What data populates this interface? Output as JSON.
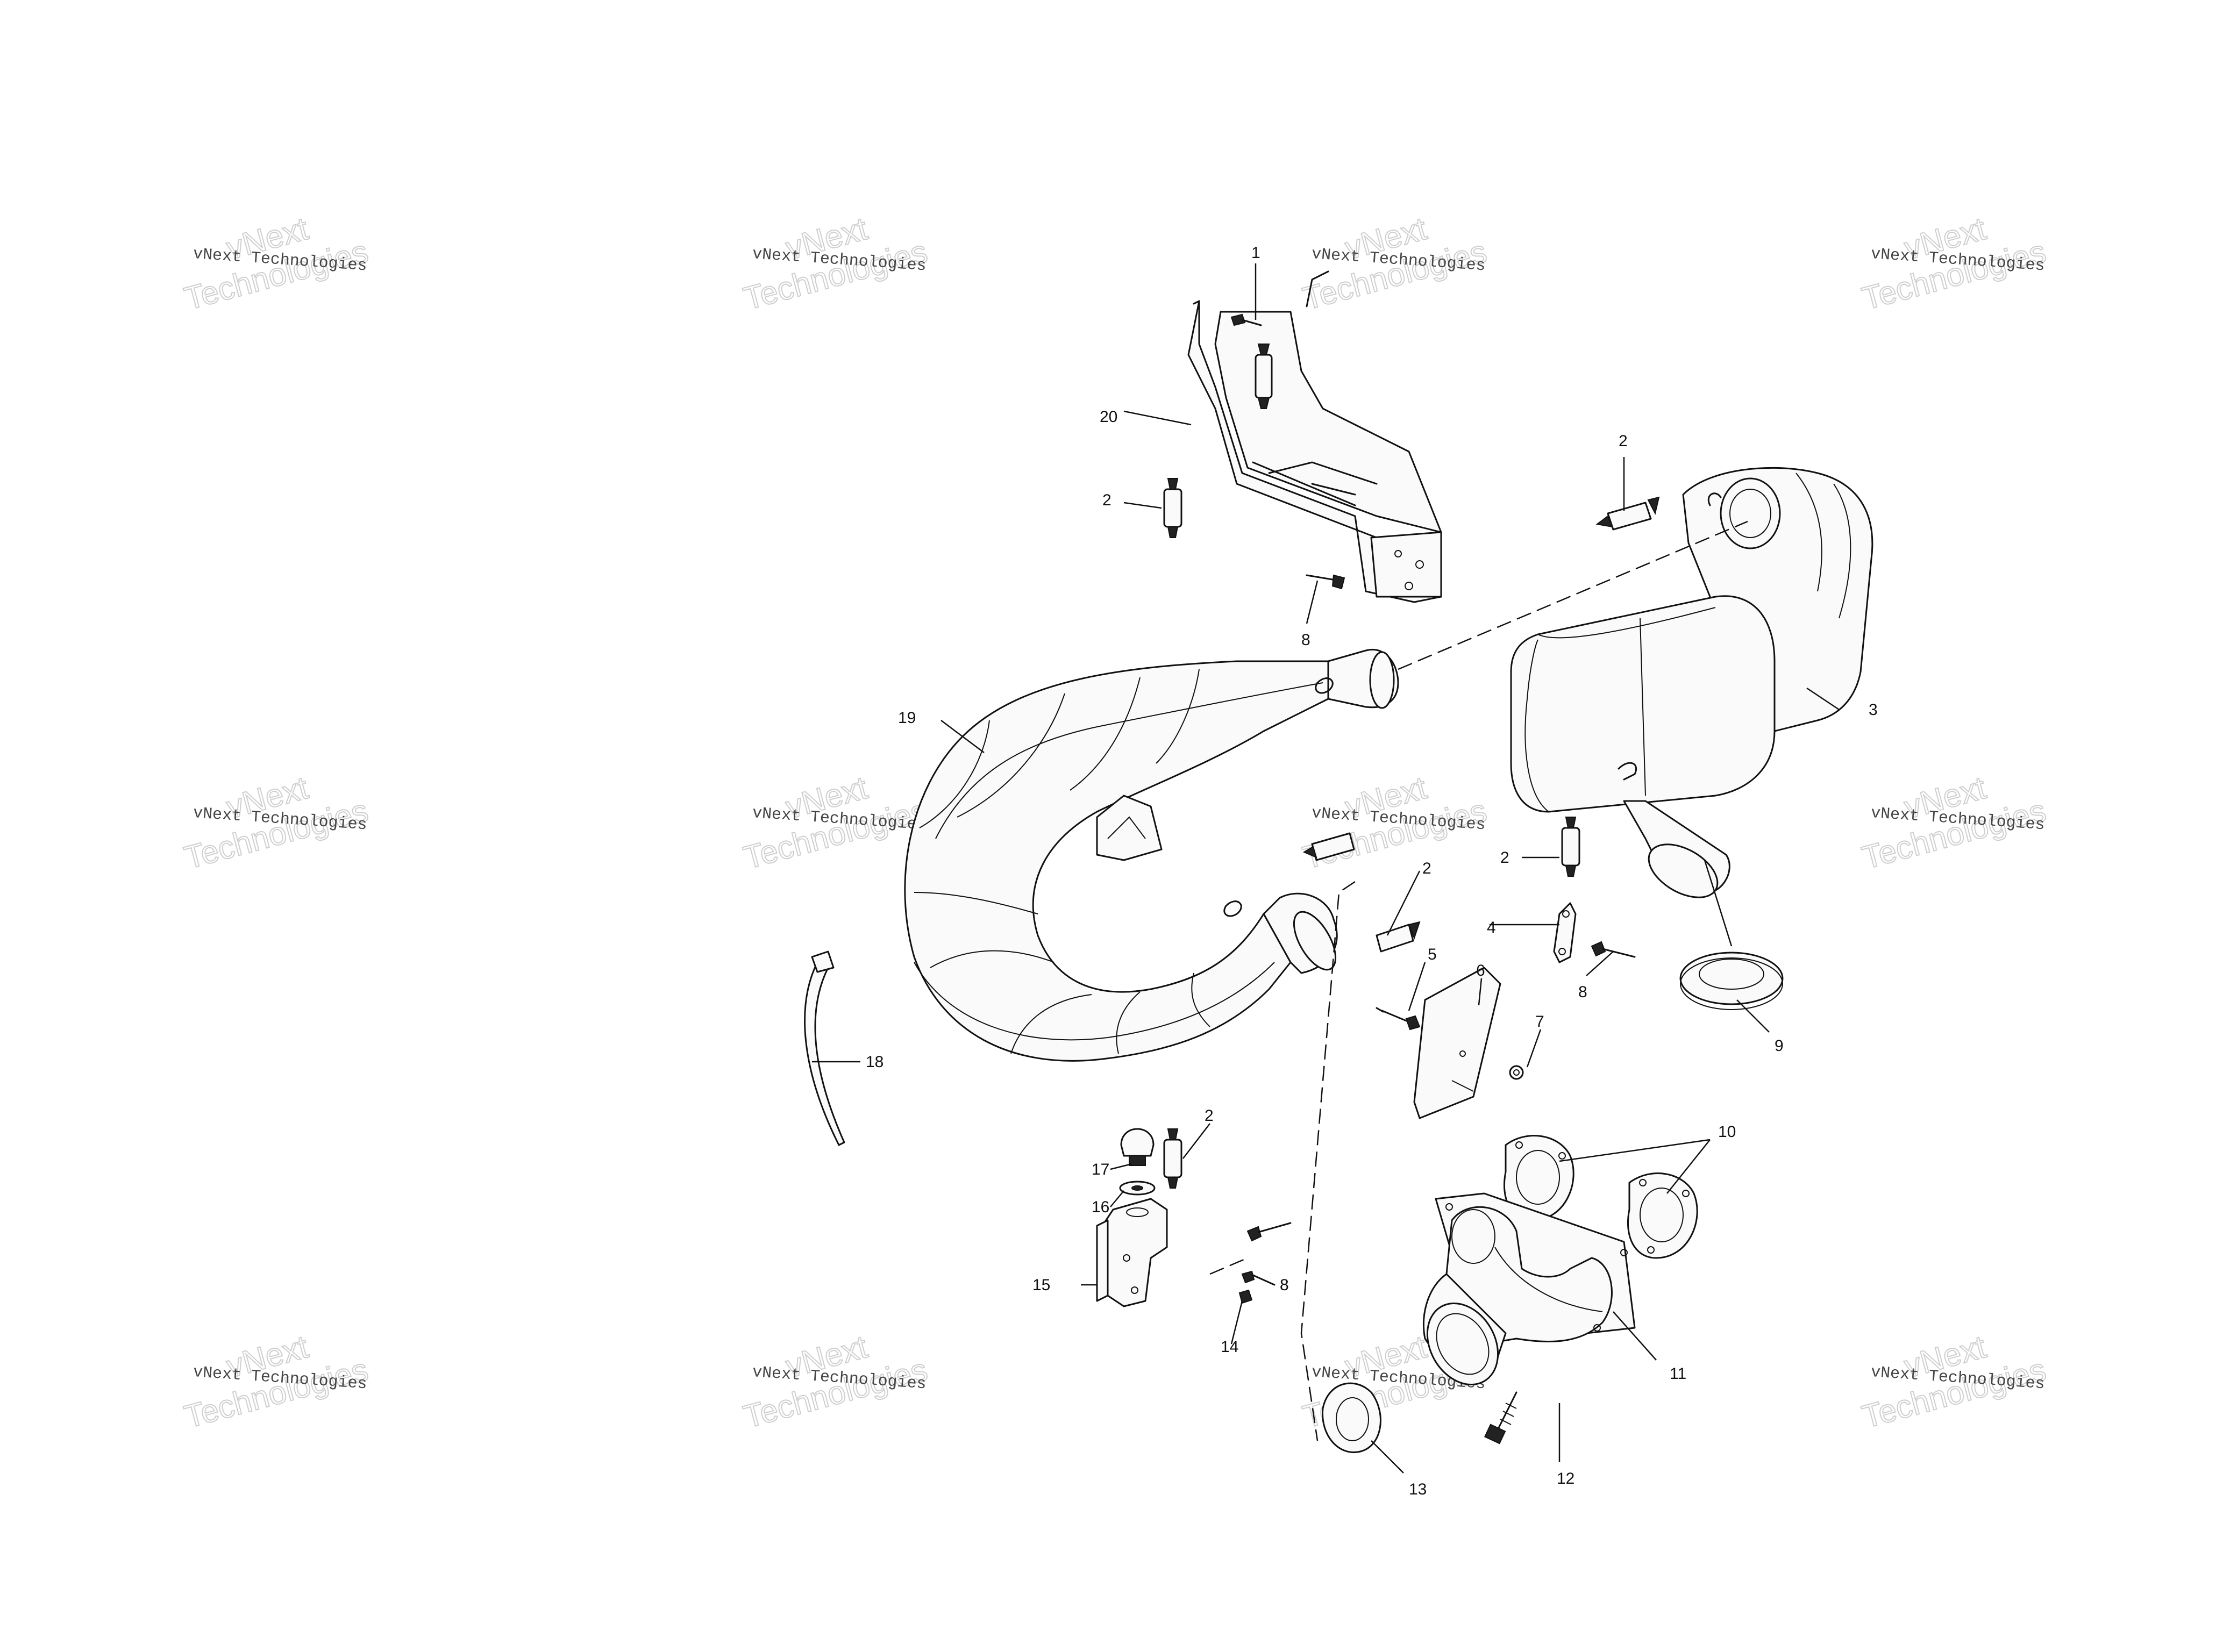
{
  "watermark": {
    "line1": "vNext Technologies",
    "line2": "vNext",
    "line3": "Technologies"
  },
  "callouts": {
    "c1": "1",
    "c2a": "2",
    "c2b": "2",
    "c2c": "2",
    "c2d": "2",
    "c2e": "2",
    "c3": "3",
    "c4": "4",
    "c5": "5",
    "c6": "6",
    "c7": "7",
    "c8a": "8",
    "c8b": "8",
    "c8c": "8",
    "c9": "9",
    "c10": "10",
    "c11": "11",
    "c12": "12",
    "c13": "13",
    "c14": "14",
    "c15": "15",
    "c16": "16",
    "c17": "17",
    "c18": "18",
    "c19": "19",
    "c20": "20"
  }
}
